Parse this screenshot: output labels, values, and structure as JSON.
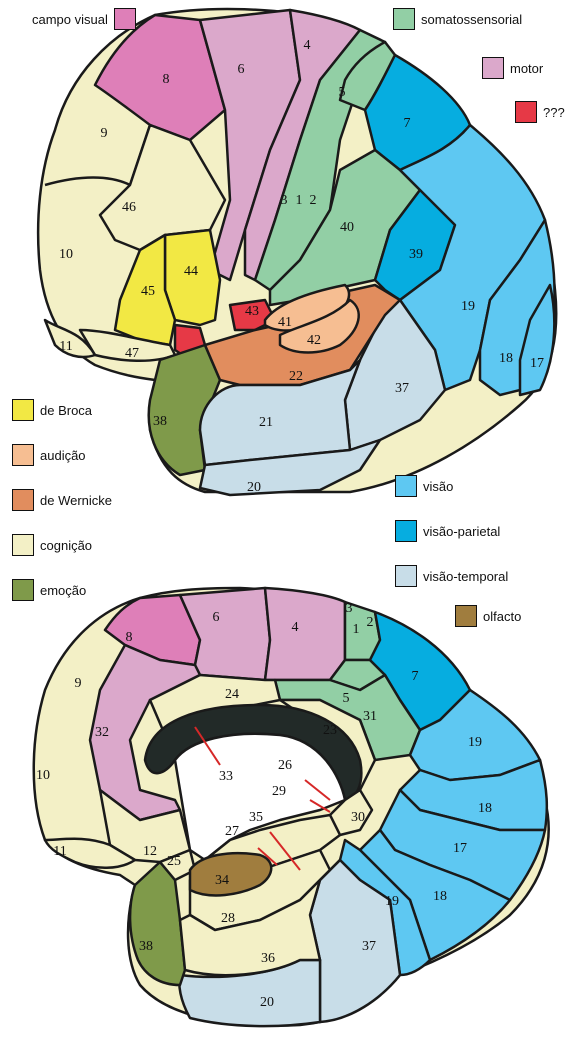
{
  "colors": {
    "campo_visual": "#de7fb8",
    "motor": "#dba8cb",
    "somatossensorial": "#92cfa5",
    "unknown": "#e63946",
    "broca": "#f2e844",
    "audicao": "#f6be92",
    "wernicke": "#e18d5e",
    "cognicao": "#f3f0c6",
    "emocao": "#7f9a4a",
    "visao": "#5ec8f2",
    "visao_parietal": "#06ade0",
    "visao_temporal": "#c8dde8",
    "olfacto": "#a07d3e",
    "ventricle": "#222a28",
    "outline": "#1a1a1a"
  },
  "legend": {
    "campo_visual": "campo visual",
    "somatossensorial": "somatossensorial",
    "motor": "motor",
    "unknown": "???",
    "broca": "de Broca",
    "audicao": "audição",
    "wernicke": "de Wernicke",
    "cognicao": "cognição",
    "emocao": "emoção",
    "visao": "visão",
    "visao_parietal": "visão-parietal",
    "visao_temporal": "visão-temporal",
    "olfacto": "olfacto"
  },
  "lateral_labels": [
    "4",
    "6",
    "8",
    "5",
    "7",
    "9",
    "3",
    "1",
    "2",
    "40",
    "46",
    "10",
    "44",
    "45",
    "39",
    "19",
    "43",
    "41",
    "42",
    "11",
    "47",
    "22",
    "18",
    "17",
    "37",
    "38",
    "21",
    "20"
  ],
  "medial_labels": [
    "3",
    "6",
    "4",
    "1",
    "2",
    "8",
    "7",
    "9",
    "5",
    "24",
    "31",
    "19",
    "23",
    "33",
    "26",
    "32",
    "29",
    "10",
    "35",
    "18",
    "30",
    "27",
    "17",
    "11",
    "12",
    "25",
    "34",
    "19",
    "18",
    "28",
    "38",
    "37",
    "36",
    "20"
  ]
}
